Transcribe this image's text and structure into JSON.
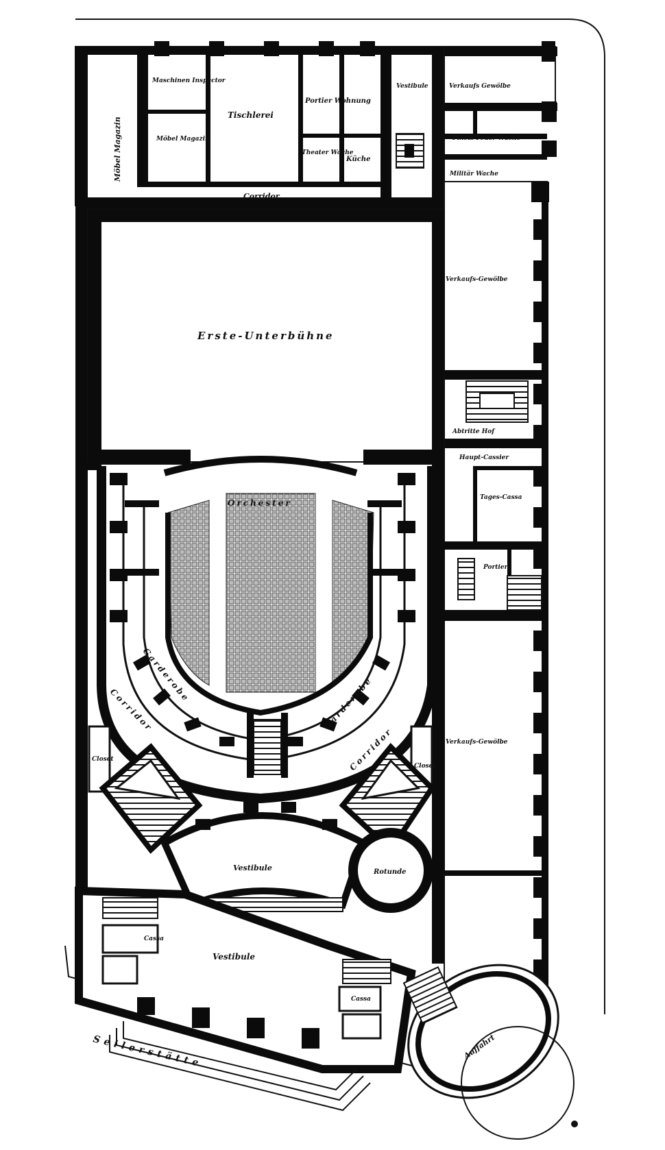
{
  "labels": {
    "mobel_magazin": "Möbel Magazin",
    "maschinen_inspector": "Maschinen Inspector",
    "tischlerei": "Tischlerei",
    "portier_wohnung": "Portier  Wohnung",
    "mobel_magazin_2": "Möbel Magazin",
    "theater_wache": "Theater Wache",
    "kuche": "Küche",
    "corridor_top": "Corridor",
    "vestibule_top": "Vestibule",
    "verkaufs_gewolbe_1": "Verkaufs Gewölbe",
    "pikets_feuer_wache": "Pikets Feuer-Wache",
    "militar_wache": "Militär Wache",
    "erste_unterbuhne": "Erste-Unterbühne",
    "verkaufs_gewolbe_2": "Verkaufs-Gewölbe",
    "abtritte_hof": "Abtritte Hof",
    "haupt_cassier": "Haupt-Cassier",
    "tages_cassa": "Tages-Cassa",
    "portier": "Portier",
    "orchester": "Orchester",
    "garderobe_left": "Garderobe",
    "garderobe_right": "Garderobe",
    "corridor_left": "Corridor",
    "corridor_right": "Corridor",
    "closet_left": "Closet",
    "closet_right": "Closet",
    "verkaufs_gewolbe_3": "Verkaufs-Gewölbe",
    "vestibule_mid": "Vestibule",
    "rotunde": "Rotunde",
    "vestibule_bottom": "Vestibule",
    "cassa_left": "Cassa",
    "cassa_right": "Cassa",
    "auffahrt": "Auffahrt",
    "seilerstatte": "Seilerstätte"
  },
  "colors": {
    "ink": "#0b0b0b",
    "paper": "#ffffff",
    "seating": "#9a9a9a"
  }
}
